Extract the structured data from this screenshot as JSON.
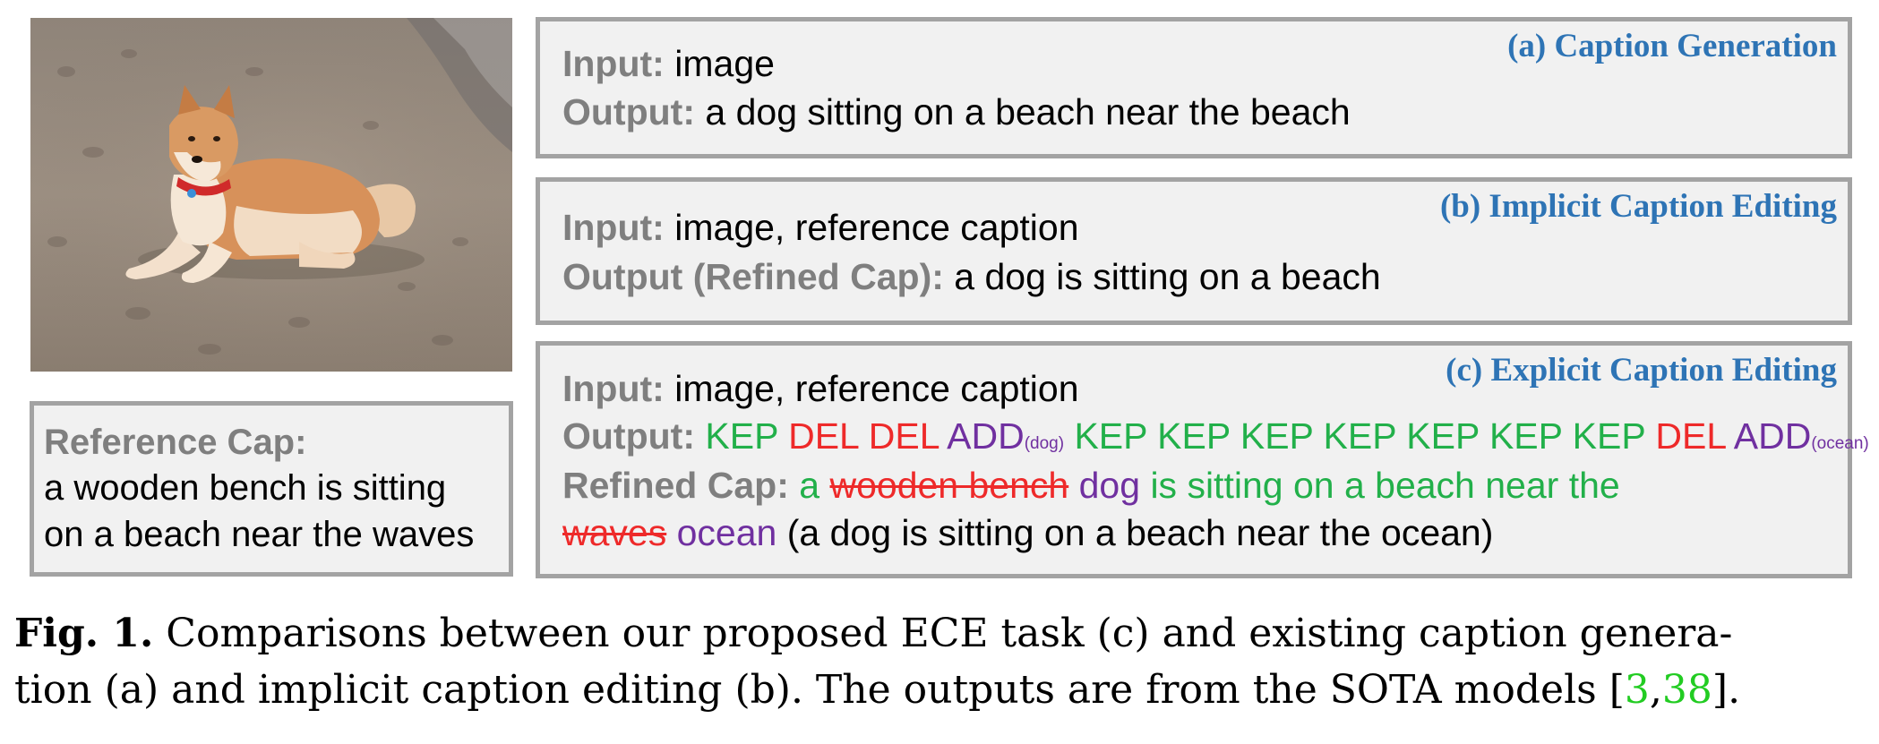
{
  "reference": {
    "label": "Reference Cap:",
    "line1": "a wooden bench is sitting",
    "line2": "on a beach near the waves"
  },
  "panel_a": {
    "title": "(a) Caption Generation",
    "input_label": "Input:",
    "input_value": "image",
    "output_label": "Output:",
    "output_value": "a dog sitting on a beach near the beach"
  },
  "panel_b": {
    "title": "(b) Implicit Caption Editing",
    "input_label": "Input:",
    "input_value": "image, reference caption",
    "output_label": "Output (Refined Cap):",
    "output_value": "a dog is sitting on a beach"
  },
  "panel_c": {
    "title": "(c) Explicit Caption Editing",
    "input_label": "Input:",
    "input_value": "image, reference caption",
    "output_label": "Output:",
    "ops": [
      {
        "op": "KEP",
        "type": "kep"
      },
      {
        "op": "DEL",
        "type": "del"
      },
      {
        "op": "DEL",
        "type": "del"
      },
      {
        "op": "ADD",
        "type": "add",
        "sub": "(dog)"
      },
      {
        "op": "KEP",
        "type": "kep"
      },
      {
        "op": "KEP",
        "type": "kep"
      },
      {
        "op": "KEP",
        "type": "kep"
      },
      {
        "op": "KEP",
        "type": "kep"
      },
      {
        "op": "KEP",
        "type": "kep"
      },
      {
        "op": "KEP",
        "type": "kep"
      },
      {
        "op": "KEP",
        "type": "kep"
      },
      {
        "op": "DEL",
        "type": "del"
      },
      {
        "op": "ADD",
        "type": "add",
        "sub": "(ocean)"
      }
    ],
    "refined_label": "Refined Cap:",
    "refined_line1": [
      {
        "text": "a",
        "type": "kep"
      },
      {
        "text": "wooden bench",
        "type": "strike"
      },
      {
        "text": "dog",
        "type": "add"
      },
      {
        "text": "is sitting on a beach near the",
        "type": "kep"
      }
    ],
    "refined_line2": [
      {
        "text": "waves",
        "type": "strike"
      },
      {
        "text": "ocean",
        "type": "add"
      },
      {
        "text": "(a dog is sitting on a beach near the ocean)",
        "type": "plain"
      }
    ]
  },
  "caption": {
    "fig_label": "Fig. 1.",
    "line1": "Comparisons between our proposed ECE task (c) and existing caption genera-",
    "line2_text": "tion (a) and implicit caption editing (b). The outputs are from the SOTA models [",
    "cite1": "3",
    "cite_sep": ",",
    "cite2": "38",
    "line2_end": "]."
  },
  "colors": {
    "kep": "#22b04a",
    "del": "#ee2a2a",
    "add": "#7030a0",
    "title": "#2e74b5",
    "label_gray": "#7f7f7f",
    "cite": "#22cc22"
  }
}
